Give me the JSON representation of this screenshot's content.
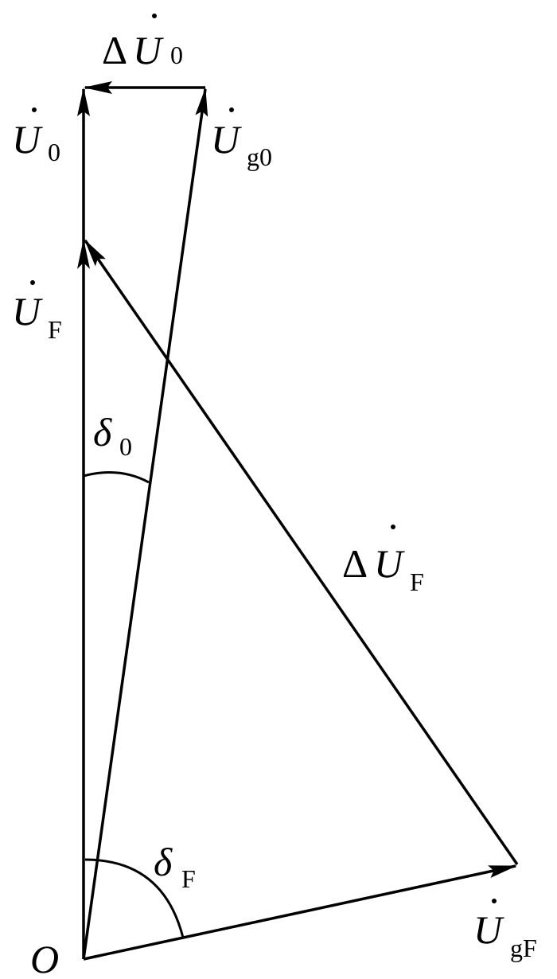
{
  "labels": {
    "delta_u0": {
      "delta": "Δ",
      "main": "U",
      "sub": "0"
    },
    "u0": {
      "main": "U",
      "sub": "0"
    },
    "ug0": {
      "main": "U",
      "sub": "g0"
    },
    "uf": {
      "main": "U",
      "sub": "F"
    },
    "delta0": {
      "main": "δ",
      "sub": "0"
    },
    "delta_uf": {
      "delta": "Δ",
      "main": "U",
      "sub": "F"
    },
    "deltaf": {
      "main": "δ",
      "sub": "F"
    },
    "ugf": {
      "main": "U",
      "sub": "gF"
    },
    "origin": "O"
  },
  "colors": {
    "ink": "#000000",
    "background": "#ffffff"
  }
}
